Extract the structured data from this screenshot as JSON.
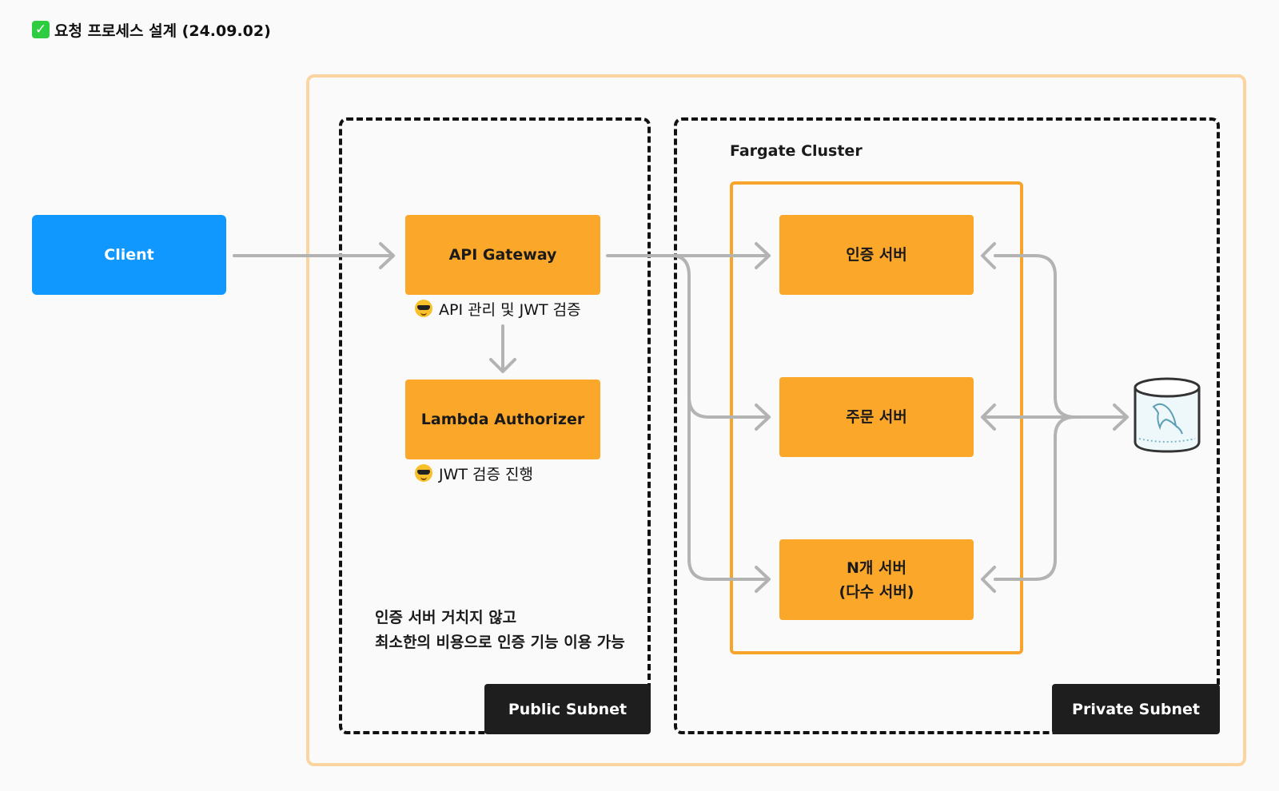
{
  "title": "요청 프로세스 설계 (24.09.02)",
  "icons": [
    "check-icon",
    "sunglasses-emoji-icon",
    "mysql-database-icon"
  ],
  "colors": {
    "client": "#1198ff",
    "service": "#fba72a",
    "outer_border": "#fbd4a0",
    "cluster_border": "#f7a42d",
    "arrow": "#b3b3b3",
    "subnet_label_bg": "#1e1e1e"
  },
  "client": {
    "label": "Client"
  },
  "public_subnet": {
    "label": "Public Subnet",
    "api_gateway": {
      "label": "API Gateway",
      "note": "API 관리 및 JWT 검증"
    },
    "lambda": {
      "label": "Lambda Authorizer",
      "note": "JWT 검증 진행"
    },
    "description": [
      "인증 서버 거치지 않고",
      "최소한의 비용으로 인증 기능 이용 가능"
    ]
  },
  "private_subnet": {
    "label": "Private Subnet",
    "cluster": {
      "label": "Fargate Cluster",
      "servers": [
        {
          "label": "인증 서버"
        },
        {
          "label": "주문 서버"
        },
        {
          "label": "N개 서버\n(다수 서버)"
        }
      ]
    }
  }
}
